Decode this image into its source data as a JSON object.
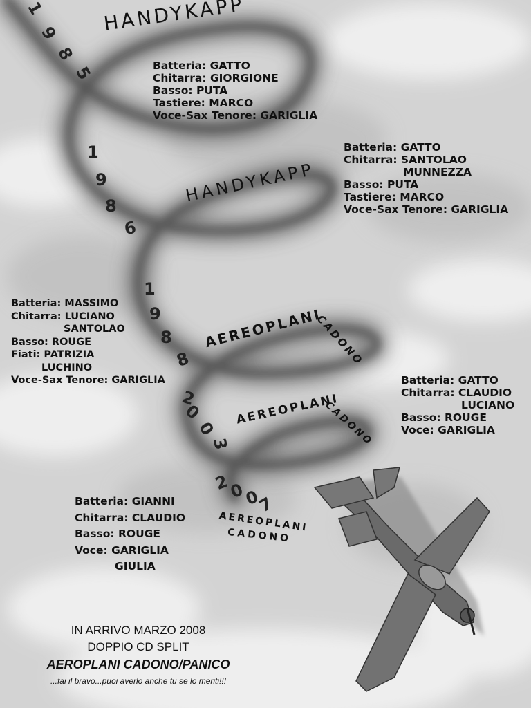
{
  "years": {
    "y1985": "1985",
    "y1986": "1986",
    "y1988": "1988",
    "y2003": "2003",
    "y2007": "2007"
  },
  "bands": {
    "handykapp": "HANDYKAPP",
    "aeroplani": "AEREOPLANI",
    "cadono": "CADONO"
  },
  "lineup1985": [
    {
      "label": "Batteria: ",
      "value": "GATTO"
    },
    {
      "label": "Chitarra: ",
      "value": "GIORGIONE"
    },
    {
      "label": "Basso: ",
      "value": "PUTA"
    },
    {
      "label": "Tastiere: ",
      "value": "MARCO"
    },
    {
      "label": "Voce-Sax Tenore: ",
      "value": "GARIGLIA"
    }
  ],
  "lineup1986": {
    "batteria": "Batteria: GATTO",
    "chitarra": "Chitarra: SANTOLAO",
    "chitarra2": "MUNNEZZA",
    "basso": "Basso: PUTA",
    "tastiere": "Tastiere: MARCO",
    "voce": "Voce-Sax Tenore: GARIGLIA"
  },
  "lineup1988": {
    "batteria": "Batteria: MASSIMO",
    "chitarra": "Chitarra: LUCIANO",
    "chitarra2": "SANTOLAO",
    "basso": "Basso: ROUGE",
    "fiati": "Fiati: PATRIZIA",
    "fiati2": "LUCHINO",
    "voce": "Voce-Sax Tenore: GARIGLIA"
  },
  "lineup2003": {
    "batteria": "Batteria: GATTO",
    "chitarra": "Chitarra: CLAUDIO",
    "chitarra2": "LUCIANO",
    "basso": "Basso: ROUGE",
    "voce": "Voce: GARIGLIA"
  },
  "lineup2007": {
    "batteria": "Batteria: GIANNI",
    "chitarra": "Chitarra: CLAUDIO",
    "basso": "Basso: ROUGE",
    "voce": "Voce: GARIGLIA",
    "voce2": "GIULIA"
  },
  "footer": {
    "line1": "IN ARRIVO MARZO 2008",
    "line2": "DOPPIO CD SPLIT",
    "line3": "AEROPLANI CADONO/PANICO",
    "line4": "...fai il bravo...puoi averlo anche tu se lo meriti!!!"
  }
}
